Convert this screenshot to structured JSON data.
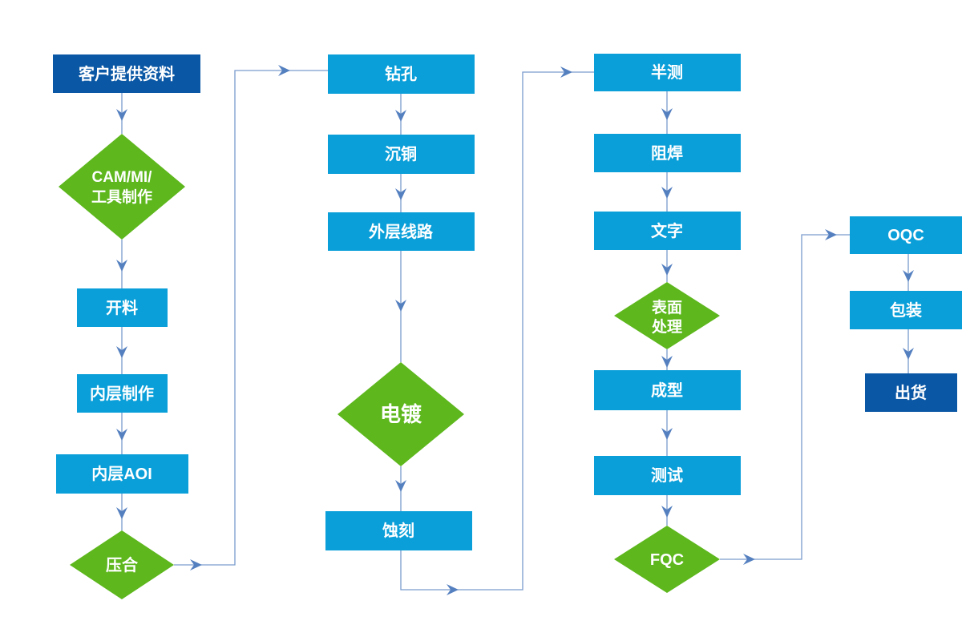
{
  "colors": {
    "box_blue": "#0a9fd9",
    "box_dark_blue": "#0a57a5",
    "diamond_green": "#5db71d",
    "line": "#7a9ccd",
    "arrow": "#5580c0",
    "text": "#ffffff",
    "background": "#ffffff"
  },
  "nodes": {
    "customer_data": {
      "label": "客户提供资料"
    },
    "cam_mi": {
      "line1": "CAM/MI/",
      "line2": "工具制作"
    },
    "cutting": {
      "label": "开料"
    },
    "inner_layer": {
      "label": "内层制作"
    },
    "inner_aoi": {
      "label": "内层AOI"
    },
    "lamination": {
      "label": "压合"
    },
    "drilling": {
      "label": "钻孔"
    },
    "copper_deposition": {
      "label": "沉铜"
    },
    "outer_circuit": {
      "label": "外层线路"
    },
    "plating": {
      "label": "电镀"
    },
    "etching": {
      "label": "蚀刻"
    },
    "half_test": {
      "label": "半测"
    },
    "solder_mask": {
      "label": "阻焊"
    },
    "silkscreen": {
      "label": "文字"
    },
    "surface_finish": {
      "line1": "表面",
      "line2": "处理"
    },
    "forming": {
      "label": "成型"
    },
    "testing": {
      "label": "测试"
    },
    "fqc": {
      "label": "FQC"
    },
    "oqc": {
      "label": "OQC"
    },
    "packaging": {
      "label": "包装"
    },
    "shipping": {
      "label": "出货"
    }
  }
}
